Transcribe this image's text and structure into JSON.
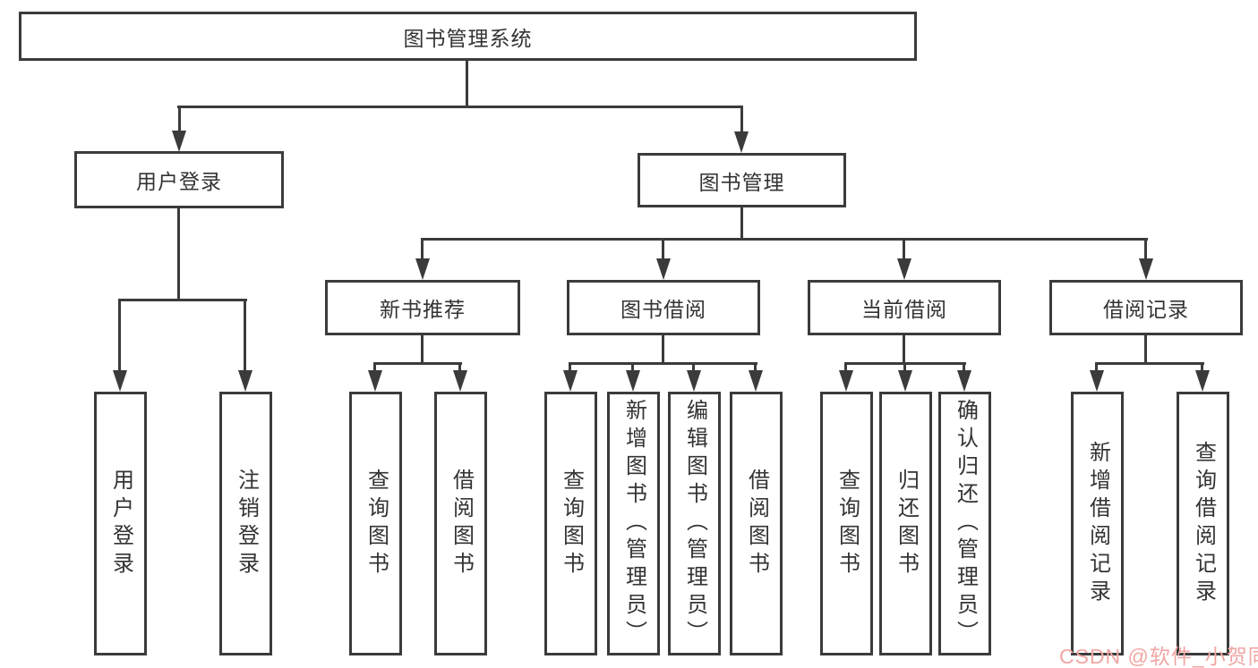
{
  "tree": {
    "label": "图书管理系统",
    "children": [
      {
        "label": "用户登录",
        "children": [
          {
            "label": "用户登录"
          },
          {
            "label": "注销登录"
          }
        ]
      },
      {
        "label": "图书管理",
        "children": [
          {
            "label": "新书推荐",
            "children": [
              {
                "label": "查询图书"
              },
              {
                "label": "借阅图书"
              }
            ]
          },
          {
            "label": "图书借阅",
            "children": [
              {
                "label": "查询图书"
              },
              {
                "label": "新增图书（管理员）"
              },
              {
                "label": "编辑图书（管理员）"
              },
              {
                "label": "借阅图书"
              }
            ]
          },
          {
            "label": "当前借阅",
            "children": [
              {
                "label": "查询图书"
              },
              {
                "label": "归还图书"
              },
              {
                "label": "确认归还（管理员）"
              }
            ]
          },
          {
            "label": "借阅记录",
            "children": [
              {
                "label": "新增借阅记录"
              },
              {
                "label": "查询借阅记录"
              }
            ]
          }
        ]
      }
    ]
  },
  "watermark": "CSDN @软件_小贺同学",
  "colors": {
    "line": "#3b3b3b",
    "text": "#333333",
    "background": "#ffffff",
    "watermark": "#f0a6a3"
  }
}
